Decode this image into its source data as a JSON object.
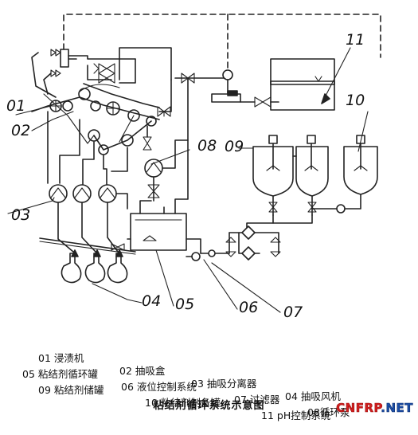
{
  "callouts": [
    "01",
    "02",
    "03",
    "04",
    "05",
    "06",
    "07",
    "08",
    "09",
    "10",
    "11"
  ],
  "legend": {
    "rows": [
      [
        {
          "num": "01",
          "label": "浸渍机"
        },
        {
          "num": "02",
          "label": "抽吸盒"
        },
        {
          "num": "03",
          "label": "抽吸分离器"
        },
        {
          "num": "04",
          "label": "抽吸风机"
        }
      ],
      [
        {
          "num": "05",
          "label": "粘结剂循环罐"
        },
        {
          "num": "06",
          "label": "液位控制系统"
        },
        {
          "num": "07",
          "label": "过滤器"
        },
        {
          "num": "08",
          "label": "循环泵"
        }
      ],
      [
        {
          "num": "09",
          "label": "粘结剂储罐"
        },
        {
          "num": "10",
          "label": "粘结剂制备罐"
        },
        {
          "num": "11",
          "label": "pH控制系统"
        }
      ]
    ]
  },
  "caption": "粘结剂循环系统示意图",
  "watermark": {
    "part1": "CNFRP",
    "part2": ".NET"
  }
}
